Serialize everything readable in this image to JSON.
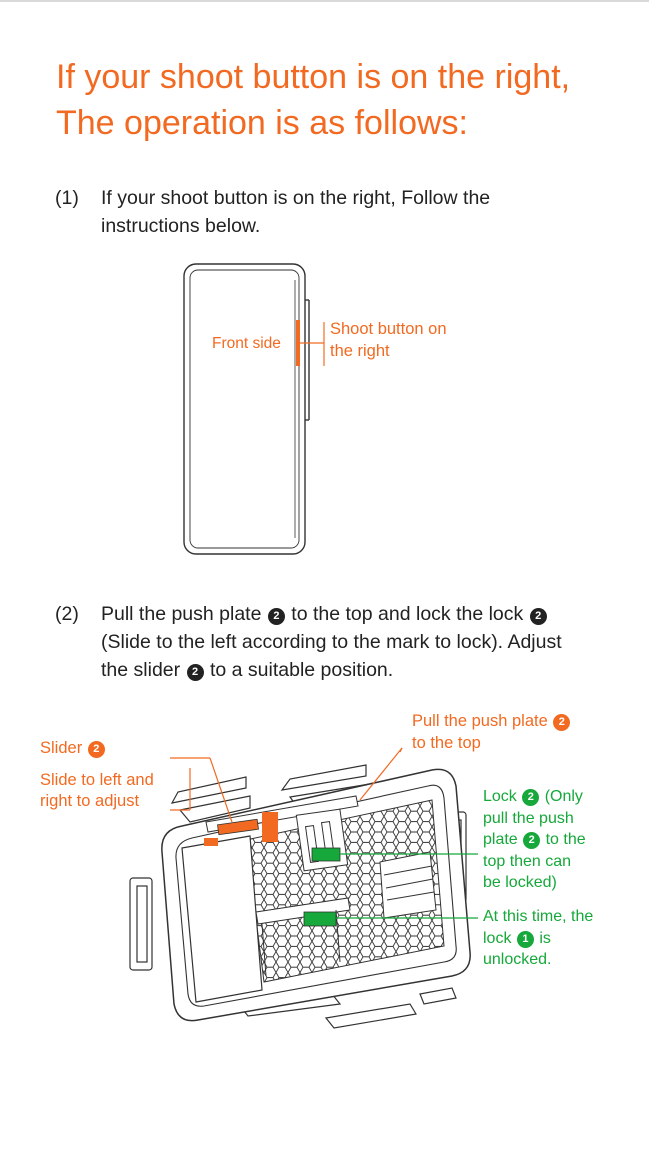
{
  "heading": {
    "line1": "If your shoot button is on the right,",
    "line2": "The operation is as follows:"
  },
  "step1": {
    "number": "(1)",
    "line1": "If your shoot button is on the right, Follow the",
    "line2": "instructions below."
  },
  "phone_figure": {
    "front_label": "Front side",
    "button_label_line1": "Shoot button on",
    "button_label_line2": "the right"
  },
  "step2": {
    "number": "(2)",
    "line1_a": "Pull the push plate",
    "line1_b": "to the top and lock the lock",
    "line2": "(Slide to the left according to the mark to lock). Adjust",
    "line3_a": "the slider",
    "line3_b": "to a suitable position."
  },
  "case_figure": {
    "slider_label": "Slider",
    "slide_hint_line1": "Slide to left and",
    "slide_hint_line2": "right to adjust",
    "push_plate_line1": "Pull the push plate",
    "push_plate_line2": "to the top",
    "lock2_line1a": "Lock",
    "lock2_line1b": "(Only",
    "lock2_line2": "pull the push",
    "lock2_line3a": "plate",
    "lock2_line3b": "to the",
    "lock2_line4": "top then can",
    "lock2_line5": "be locked)",
    "lock1_line1": "At this time, the",
    "lock1_line2a": "lock",
    "lock1_line2b": "is",
    "lock1_line3": "unlocked."
  },
  "badges": {
    "two": "2",
    "one": "1"
  },
  "colors": {
    "accent": "#f26a21",
    "green": "#16a83a",
    "text": "#222222",
    "line": "#333333"
  }
}
